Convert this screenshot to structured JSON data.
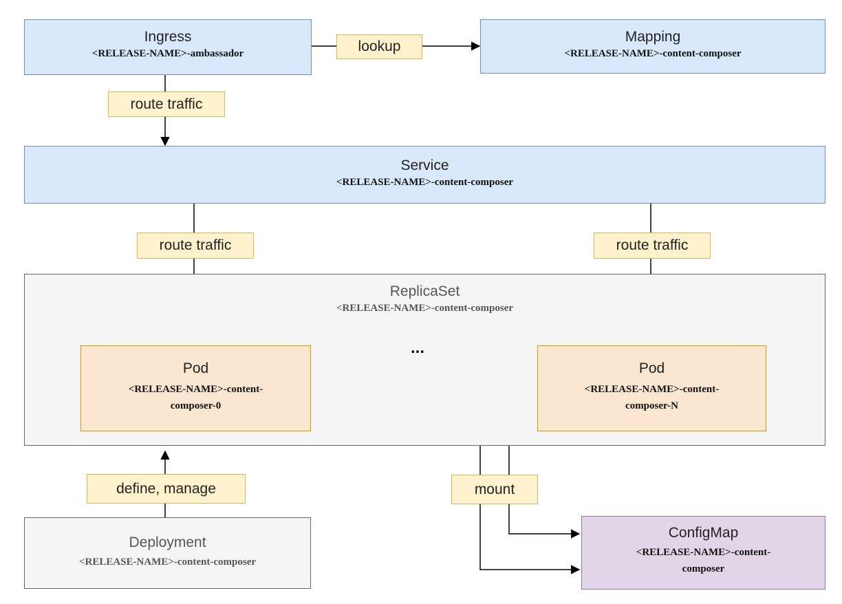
{
  "nodes": {
    "ingress": {
      "title": "Ingress",
      "name": "<RELEASE-NAME>-ambassador"
    },
    "mapping": {
      "title": "Mapping",
      "name": "<RELEASE-NAME>-content-composer"
    },
    "service": {
      "title": "Service",
      "name": "<RELEASE-NAME>-content-composer"
    },
    "replicaset": {
      "title": "ReplicaSet",
      "name": "<RELEASE-NAME>-content-composer",
      "ellipsis": "..."
    },
    "pod0": {
      "title": "Pod",
      "name_line1": "<RELEASE-NAME>-content-",
      "name_line2": "composer-0"
    },
    "podN": {
      "title": "Pod",
      "name_line1": "<RELEASE-NAME>-content-",
      "name_line2": "composer-N"
    },
    "deployment": {
      "title": "Deployment",
      "name": "<RELEASE-NAME>-content-composer"
    },
    "configmap": {
      "title": "ConfigMap",
      "name_line1": "<RELEASE-NAME>-content-",
      "name_line2": "composer"
    }
  },
  "edge_labels": {
    "lookup": "lookup",
    "route_traffic_ingress": "route traffic",
    "route_traffic_pod0": "route traffic",
    "route_traffic_podN": "route traffic",
    "define_manage": "define, manage",
    "mount": "mount"
  },
  "colors": {
    "blue_fill": "#dae8fc",
    "blue_stroke": "#6c8ebf",
    "grey_fill": "#f5f5f5",
    "grey_stroke": "#666666",
    "orange_fill": "#fae6d1",
    "orange_stroke": "#d79b00",
    "purple_fill": "#e1d5e7",
    "purple_stroke": "#9673a6",
    "label_fill": "#fff2cc",
    "label_stroke": "#d6b656"
  }
}
